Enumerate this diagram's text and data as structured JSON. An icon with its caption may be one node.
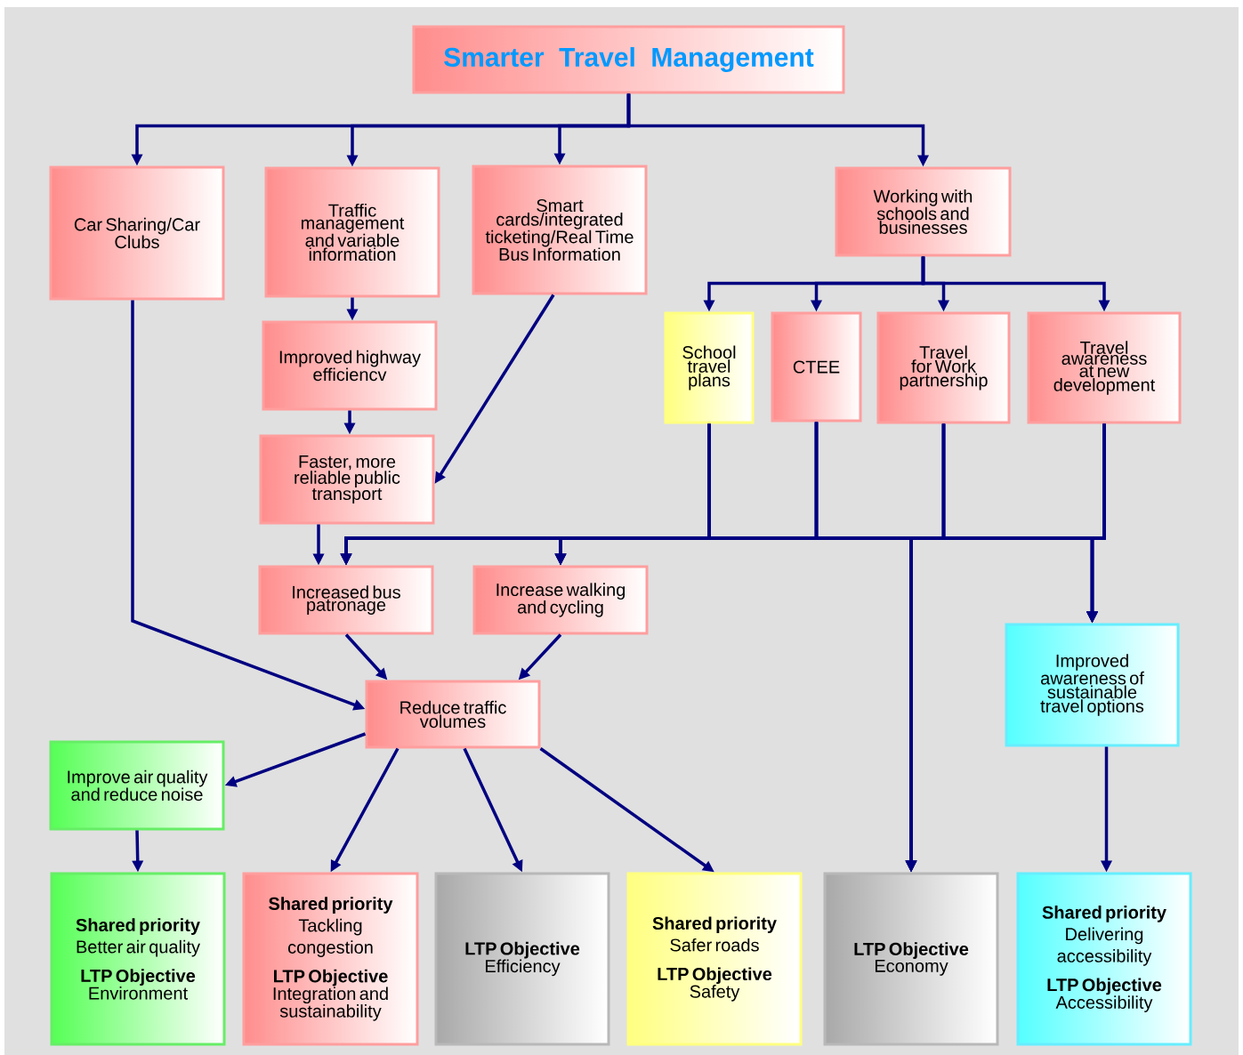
{
  "diagram": {
    "nodes": [
      {
        "text": [
          "Smarter Travel Management"
        ]
      },
      {
        "text": [
          "Car Sharing/Car Clubs"
        ]
      },
      {
        "text": [
          "Traffic management and variable information"
        ]
      },
      {
        "text": [
          "Smart cards/integrated ticketing/Real Time Bus Information"
        ]
      },
      {
        "text": [
          "Working with schools and businesses"
        ]
      },
      {
        "text": [
          "School travel plans"
        ]
      },
      {
        "text": [
          "CTEE"
        ]
      },
      {
        "text": [
          "Travel for Work partnership"
        ]
      },
      {
        "text": [
          "Travel awareness at new development"
        ]
      },
      {
        "text": [
          "Improved highway efficiencv"
        ]
      },
      {
        "text": [
          "Faster, more reliable public transport"
        ]
      },
      {
        "text": [
          "Increased bus patronage"
        ]
      },
      {
        "text": [
          "Increase walking and cycling"
        ]
      },
      {
        "text": [
          "Improved awareness of sustainable travel options"
        ]
      },
      {
        "text": [
          "Reduce traffic volumes"
        ]
      },
      {
        "text": [
          "Improve air quality and reduce noise"
        ]
      },
      {
        "text": [
          "Shared priority",
          "Better air quality",
          "LTP Objective",
          "Environment"
        ]
      },
      {
        "text": [
          "Shared priority",
          "Tackling congestion",
          "LTP Objective",
          "Integration and sustainability"
        ]
      },
      {
        "text": [
          "LTP Objective",
          "Efficiency"
        ]
      },
      {
        "text": [
          "Shared priority",
          "Safer roads",
          "LTP Objective",
          "Safety"
        ]
      },
      {
        "text": [
          "LTP Objective",
          "Economy"
        ]
      },
      {
        "text": [
          "Shared priority",
          "Delivering accessibility",
          "LTP Objective",
          "Accessibility"
        ]
      }
    ],
    "edges": [
      {
        "from": 0,
        "to": 1,
        "arrow": "to"
      },
      {
        "from": 0,
        "to": 2,
        "arrow": "to"
      },
      {
        "from": 0,
        "to": 3,
        "arrow": "to"
      },
      {
        "from": 0,
        "to": 4,
        "arrow": "to"
      },
      {
        "from": 2,
        "to": 9,
        "arrow": "to"
      },
      {
        "from": 9,
        "to": 10,
        "arrow": "to"
      },
      {
        "from": 3,
        "to": 10,
        "arrow": "to"
      },
      {
        "from": 4,
        "to": 5,
        "arrow": "to"
      },
      {
        "from": 4,
        "to": 6,
        "arrow": "to"
      },
      {
        "from": 4,
        "to": 7,
        "arrow": "to"
      },
      {
        "from": 4,
        "to": 8,
        "arrow": "to"
      },
      {
        "from": 10,
        "to": 11,
        "arrow": "to"
      },
      {
        "from": 5,
        "to": 11,
        "arrow": "to"
      },
      {
        "from": 5,
        "to": 12,
        "arrow": "to"
      },
      {
        "from": 5,
        "to": 20,
        "arrow": "to"
      },
      {
        "from": 5,
        "to": 13,
        "arrow": "to"
      },
      {
        "from": 6,
        "to": 11,
        "arrow": "to"
      },
      {
        "from": 6,
        "to": 12,
        "arrow": "to"
      },
      {
        "from": 6,
        "to": 20,
        "arrow": "to"
      },
      {
        "from": 6,
        "to": 13,
        "arrow": "to"
      },
      {
        "from": 7,
        "to": 11,
        "arrow": "to"
      },
      {
        "from": 7,
        "to": 12,
        "arrow": "to"
      },
      {
        "from": 7,
        "to": 20,
        "arrow": "to"
      },
      {
        "from": 7,
        "to": 13,
        "arrow": "to"
      },
      {
        "from": 8,
        "to": 11,
        "arrow": "to"
      },
      {
        "from": 8,
        "to": 12,
        "arrow": "to"
      },
      {
        "from": 8,
        "to": 20,
        "arrow": "to"
      },
      {
        "from": 8,
        "to": 13,
        "arrow": "to"
      },
      {
        "from": 1,
        "to": 14,
        "arrow": "to"
      },
      {
        "from": 11,
        "to": 14,
        "arrow": "to"
      },
      {
        "from": 12,
        "to": 14,
        "arrow": "to"
      },
      {
        "from": 14,
        "to": 15,
        "arrow": "to"
      },
      {
        "from": 14,
        "to": 17,
        "arrow": "to"
      },
      {
        "from": 14,
        "to": 18,
        "arrow": "to"
      },
      {
        "from": 14,
        "to": 19,
        "arrow": "to"
      },
      {
        "from": 15,
        "to": 16,
        "arrow": "to"
      },
      {
        "from": 13,
        "to": 21,
        "arrow": "to"
      }
    ]
  }
}
